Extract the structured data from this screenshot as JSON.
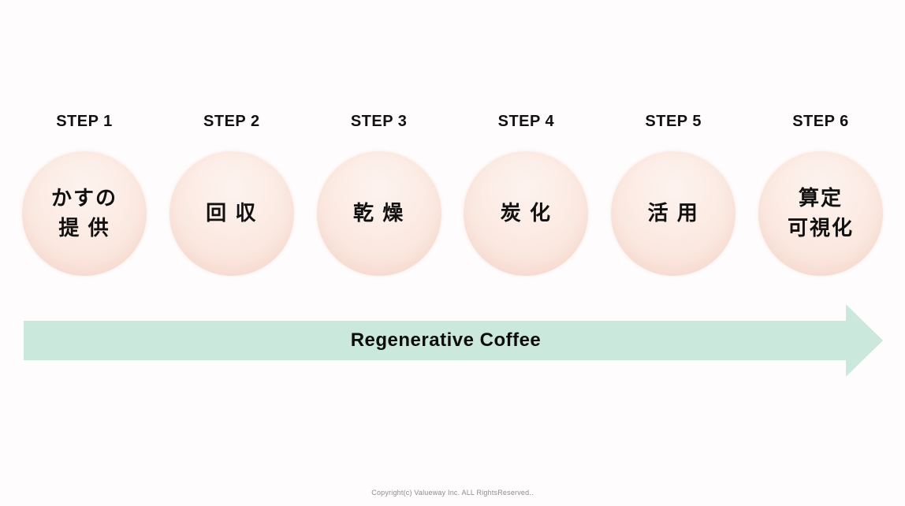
{
  "diagram": {
    "type": "process-flow",
    "title": "",
    "steps": [
      {
        "label": "STEP 1",
        "text": "かすの\n提 供"
      },
      {
        "label": "STEP 2",
        "text": "回 収"
      },
      {
        "label": "STEP 3",
        "text": "乾 燥"
      },
      {
        "label": "STEP 4",
        "text": "炭 化"
      },
      {
        "label": "STEP 5",
        "text": "活 用"
      },
      {
        "label": "STEP 6",
        "text": "算定\n可視化"
      }
    ],
    "arrow": {
      "label": "Regenerative Coffee",
      "direction": "right"
    },
    "footer": {
      "copyright": "Copyright(c) Valueway Inc. ALL RightsReserved.."
    },
    "colors": {
      "background": "#fefcfd",
      "circle_fill": "#fbe9e1",
      "circle_fill_edge": "#f8ded4",
      "arrow_fill": "#cbe8dc",
      "text": "#111111",
      "footer_text": "#8d8d8d"
    }
  }
}
